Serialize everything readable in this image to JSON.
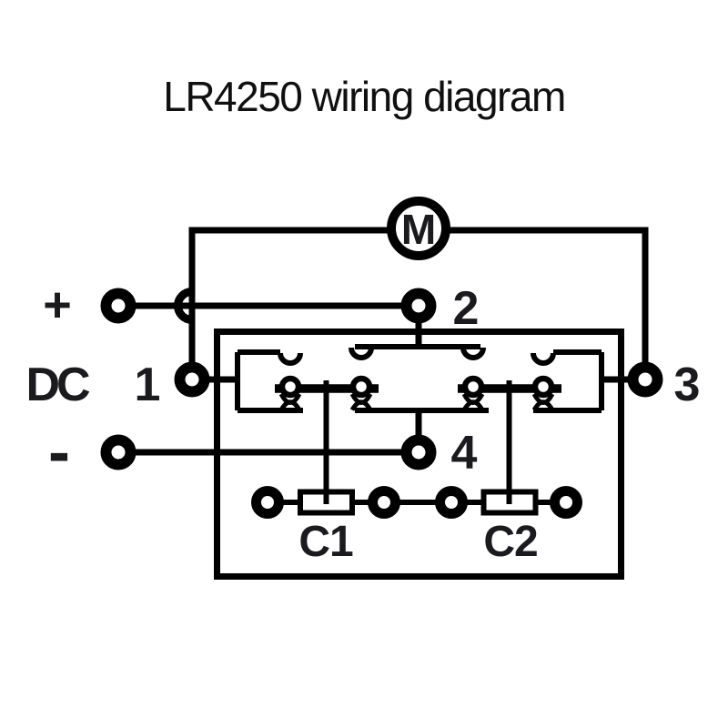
{
  "title": "LR4250 wiring diagram",
  "motor": {
    "label": "M"
  },
  "power": {
    "plus": "+",
    "dc": "DC",
    "minus": "-"
  },
  "terminals": {
    "t1": "1",
    "t2": "2",
    "t3": "3",
    "t4": "4"
  },
  "coils": {
    "c1": "C1",
    "c2": "C2"
  },
  "colors": {
    "line": "#000000",
    "label": "#1b1b1e",
    "title": "#101010",
    "background": "#ffffff"
  }
}
